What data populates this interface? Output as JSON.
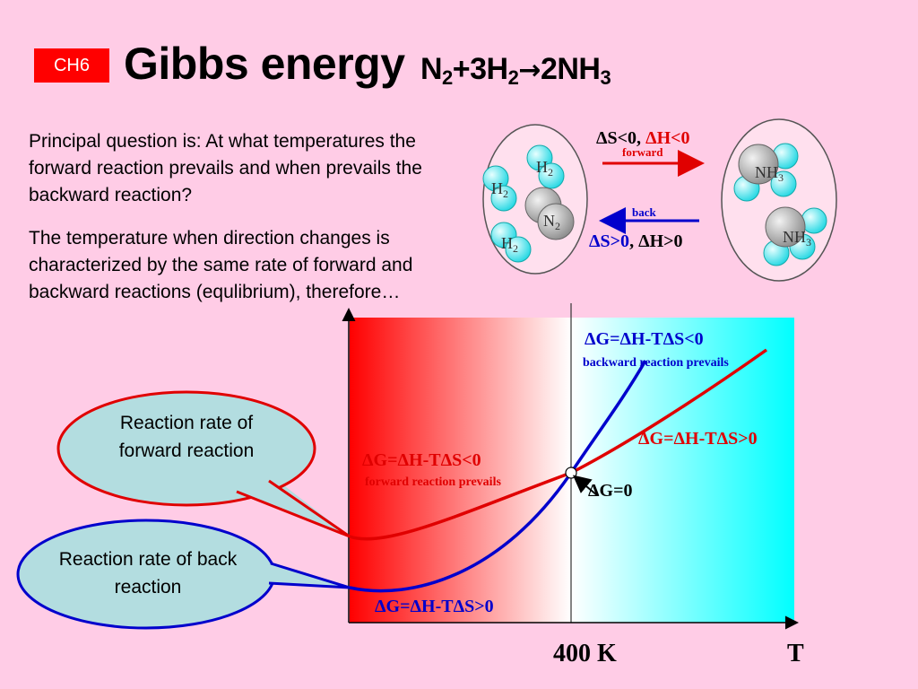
{
  "header": {
    "badge": "CH6",
    "title": "Gibbs energy",
    "reaction": {
      "n": "N",
      "n_sub": "2",
      "plus_3h": "+3H",
      "h_sub": "2",
      "arrow": "→",
      "product": "2NH",
      "product_sub": "3"
    }
  },
  "paragraphs": {
    "question": "Principal question is: At what temperatures the forward reaction prevails and when prevails the backward reaction?",
    "explanation": "The temperature when direction changes is characterized by the same rate of forward and backward reactions (equlibrium), therefore…"
  },
  "reaction_diagram": {
    "forward_conditions": {
      "s_part": "ΔS<0,",
      "h_part": " ΔH<0"
    },
    "forward_label": "forward",
    "back_label": "back",
    "back_conditions": {
      "s_part": "ΔS>0",
      "h_part": ", ΔH>0"
    },
    "reactant_labels": {
      "h2_a": {
        "base": "H",
        "sub": "2"
      },
      "h2_b": {
        "base": "H",
        "sub": "2"
      },
      "h2_c": {
        "base": "H",
        "sub": "2"
      },
      "n2": {
        "base": "N",
        "sub": "2"
      }
    },
    "product_labels": {
      "nh3_a": {
        "base": "NH",
        "sub": "3"
      },
      "nh3_b": {
        "base": "NH",
        "sub": "3"
      }
    }
  },
  "callouts": {
    "forward": "Reaction rate of forward reaction",
    "back": "Reaction rate of back reaction"
  },
  "chart": {
    "left_region": {
      "formula": "ΔG=ΔH-TΔS<0",
      "note": "forward reaction prevails",
      "bottom_formula": "ΔG=ΔH-TΔS>0"
    },
    "right_region": {
      "formula": "ΔG=ΔH-TΔS<0",
      "note": "backward reaction prevails",
      "red_formula": "ΔG=ΔH-TΔS>0"
    },
    "equilibrium_label": "ΔG=0",
    "x_tick_label": "400 K",
    "x_axis_label": "T"
  },
  "colors": {
    "background": "#ffcce6",
    "red": "#e00000",
    "blue": "#0000cc",
    "cyan": "#00ffff",
    "callout_fill": "#b3dde0"
  }
}
